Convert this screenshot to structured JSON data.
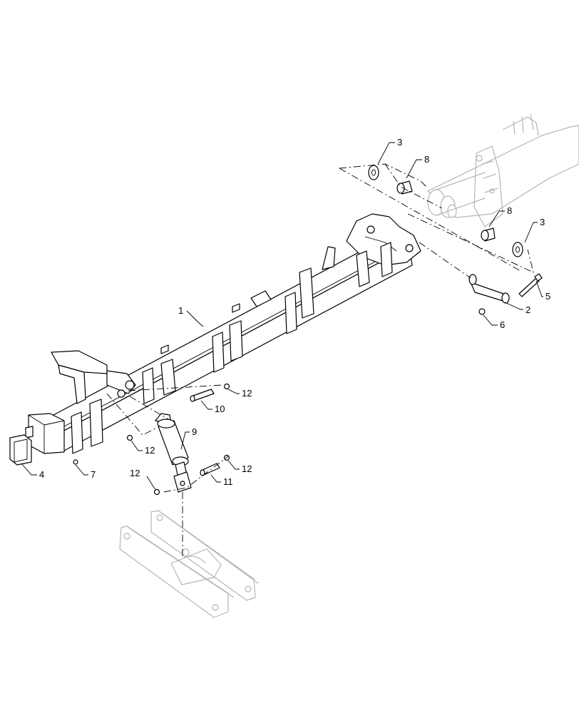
{
  "callouts": [
    "1",
    "2",
    "3",
    "3",
    "4",
    "5",
    "6",
    "7",
    "8",
    "8",
    "9",
    "10",
    "11",
    "12",
    "12",
    "12",
    "12"
  ],
  "colors": {
    "line": "#000000",
    "ghost": "#b5b5b5",
    "background": "#ffffff"
  }
}
